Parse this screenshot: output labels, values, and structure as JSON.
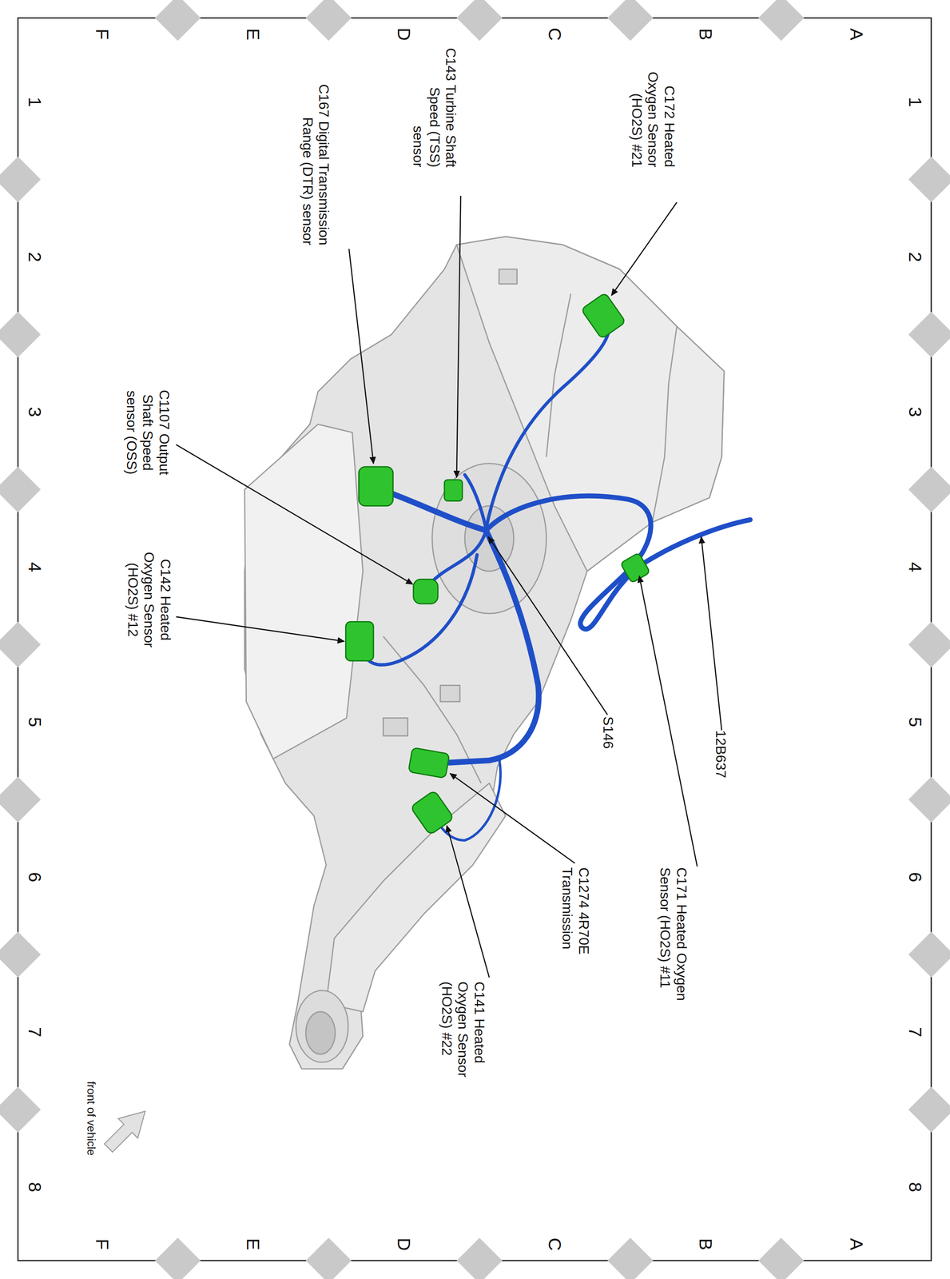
{
  "diagram": {
    "labels": [
      "A",
      "B",
      "C",
      "D",
      "E",
      "F",
      "A",
      "B",
      "C",
      "D",
      "E",
      "F",
      "1",
      "2",
      "3",
      "4",
      "5",
      "6",
      "7",
      "8",
      "1",
      "2",
      "3",
      "4",
      "5",
      "6",
      "7",
      "8",
      "C172 Heated Oxygen Sensor (HO2S) #21",
      "C143 Turbine Shaft Speed (TSS) sensor",
      "C167 Digital Transmission Range (DTR) sensor",
      "C1107 Output Shaft Speed sensor (OSS)",
      "C142 Heated Oxygen Sensor (HO2S) #12",
      "12B637",
      "S146",
      "C171 Heated Oxygen Sensor (HO2S) #11",
      "C1274 4R70E Transmission",
      "C141 Heated Oxygen Sensor (HO2S) #22",
      "front of vehicle"
    ]
  }
}
